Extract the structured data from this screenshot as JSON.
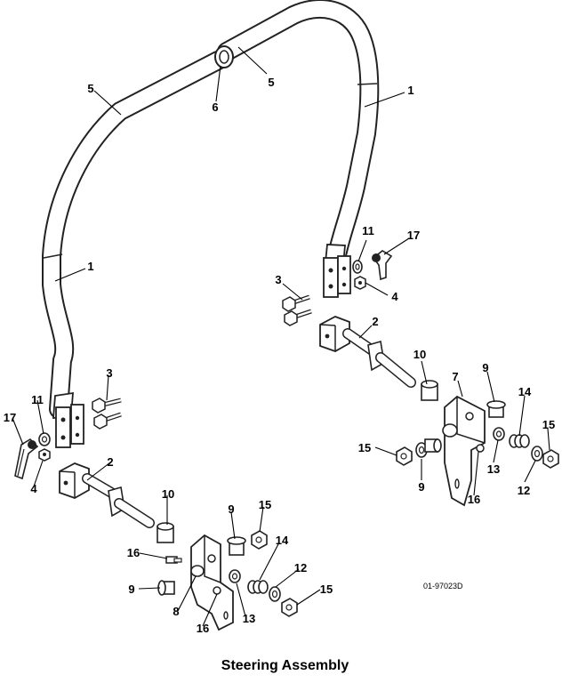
{
  "diagram": {
    "title": "Steering Assembly",
    "reference": "01-97023D",
    "part_callouts": [
      {
        "id": "c-5a",
        "number": "5"
      },
      {
        "id": "c-6",
        "number": "6"
      },
      {
        "id": "c-5b",
        "number": "5"
      },
      {
        "id": "c-1a",
        "number": "1"
      },
      {
        "id": "c-1b",
        "number": "1"
      },
      {
        "id": "c-11a",
        "number": "11"
      },
      {
        "id": "c-17a",
        "number": "17"
      },
      {
        "id": "c-3a",
        "number": "3"
      },
      {
        "id": "c-4a",
        "number": "4"
      },
      {
        "id": "c-2a",
        "number": "2"
      },
      {
        "id": "c-10a",
        "number": "10"
      },
      {
        "id": "c-9a",
        "number": "9"
      },
      {
        "id": "c-7",
        "number": "7"
      },
      {
        "id": "c-14a",
        "number": "14"
      },
      {
        "id": "c-15a",
        "number": "15"
      },
      {
        "id": "c-15b",
        "number": "15"
      },
      {
        "id": "c-13a",
        "number": "13"
      },
      {
        "id": "c-9b",
        "number": "9"
      },
      {
        "id": "c-16a",
        "number": "16"
      },
      {
        "id": "c-12a",
        "number": "12"
      },
      {
        "id": "c-3b",
        "number": "3"
      },
      {
        "id": "c-11b",
        "number": "11"
      },
      {
        "id": "c-17b",
        "number": "17"
      },
      {
        "id": "c-4b",
        "number": "4"
      },
      {
        "id": "c-2b",
        "number": "2"
      },
      {
        "id": "c-10b",
        "number": "10"
      },
      {
        "id": "c-9c",
        "number": "9"
      },
      {
        "id": "c-15c",
        "number": "15"
      },
      {
        "id": "c-16b",
        "number": "16"
      },
      {
        "id": "c-14b",
        "number": "14"
      },
      {
        "id": "c-12b",
        "number": "12"
      },
      {
        "id": "c-9d",
        "number": "9"
      },
      {
        "id": "c-15d",
        "number": "15"
      },
      {
        "id": "c-8",
        "number": "8"
      },
      {
        "id": "c-13b",
        "number": "13"
      },
      {
        "id": "c-16c",
        "number": "16"
      }
    ]
  }
}
